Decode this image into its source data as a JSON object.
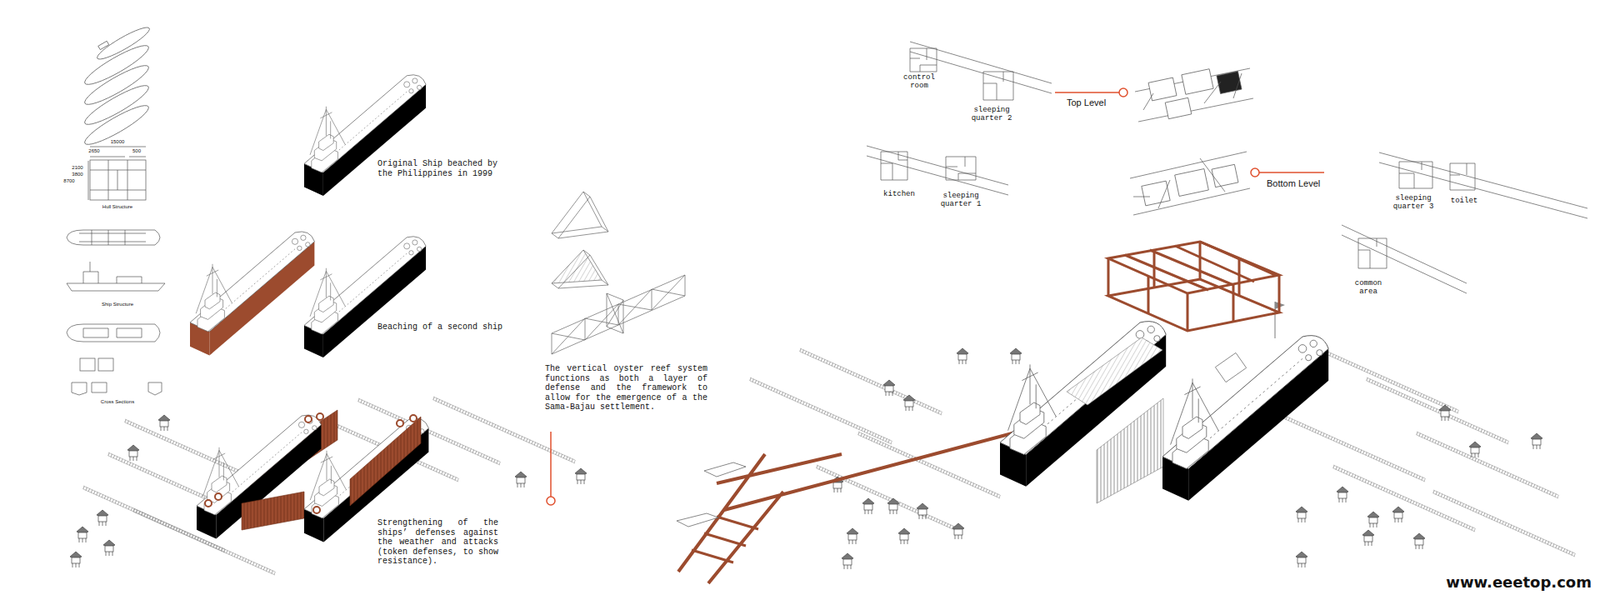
{
  "diagram": {
    "labels": [
      "15000",
      "2650",
      "500",
      "2100",
      "3800",
      "8700",
      "Hull Structure",
      "Ship Structure",
      "Cross Sections",
      "Original Ship beached by the Philippines in 1999",
      "Beaching of a second ship",
      "Strengthening of the ships’ defenses against the weather and attacks (token defenses, to show resistance).",
      "The vertical oyster reef system functions as both a layer of defense and the framework to allow for the emergence of a the Sama-Bajau settlement.",
      "control room",
      "sleeping quarter 2",
      "Top Level",
      "kitchen",
      "sleeping quarter 1",
      "Bottom Level",
      "sleeping quarter 3",
      "toilet",
      "common area",
      "www.eeetop.com"
    ]
  }
}
